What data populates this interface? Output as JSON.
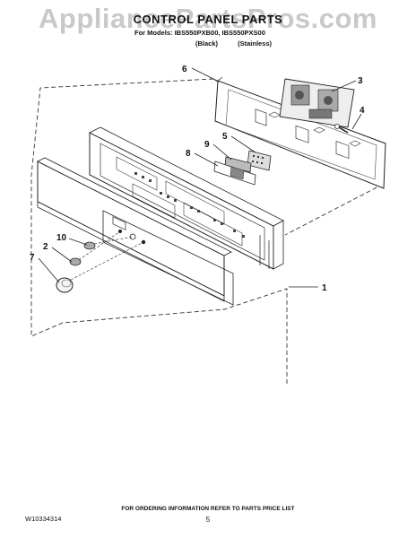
{
  "watermark": "AppliancePartsPros.com",
  "header": {
    "title": "CONTROL PANEL PARTS",
    "models": "For Models: IBS550PXB00, IBS550PXS00",
    "variant_black": "(Black)",
    "variant_stainless": "(Stainless)"
  },
  "callouts": [
    {
      "id": "6",
      "label": "6"
    },
    {
      "id": "3",
      "label": "3"
    },
    {
      "id": "4",
      "label": "4"
    },
    {
      "id": "5",
      "label": "5"
    },
    {
      "id": "9",
      "label": "9"
    },
    {
      "id": "8",
      "label": "8"
    },
    {
      "id": "10",
      "label": "10"
    },
    {
      "id": "2",
      "label": "2"
    },
    {
      "id": "7",
      "label": "7"
    },
    {
      "id": "1",
      "label": "1"
    }
  ],
  "footer": {
    "doc_number": "W10334314",
    "ordering_info": "FOR ORDERING INFORMATION REFER TO PARTS PRICE LIST",
    "page_number": "5"
  }
}
